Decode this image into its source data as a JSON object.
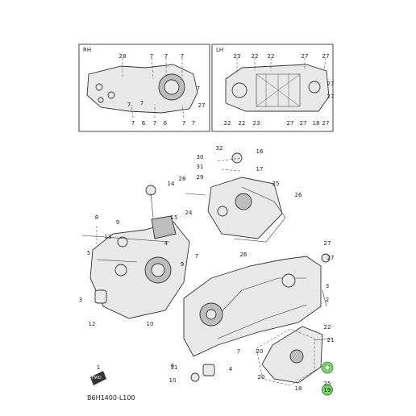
{
  "insets": {
    "rh": {
      "tag": "RH",
      "top_labels": [
        "28",
        "7",
        "7",
        "7"
      ],
      "side_labels": [
        "7",
        "7",
        "7",
        "27"
      ],
      "bottom_labels": [
        "7",
        "6",
        "7",
        "6",
        "7",
        "7"
      ]
    },
    "lh": {
      "tag": "LH",
      "top_labels": [
        "23",
        "22",
        "22",
        "27",
        "27"
      ],
      "side_labels": [
        "27",
        "27"
      ],
      "bottom_labels": [
        "22",
        "22",
        "23",
        "27",
        "27",
        "18",
        "27"
      ]
    }
  },
  "callouts": [
    "32",
    "16",
    "30",
    "17",
    "31",
    "29",
    "28",
    "14",
    "25",
    "26",
    "24",
    "15",
    "8",
    "9",
    "13",
    "5",
    "3",
    "10",
    "12",
    "4",
    "9",
    "7",
    "26",
    "27",
    "27",
    "3",
    "2",
    "7",
    "20",
    "1",
    "6",
    "11",
    "4",
    "10",
    "22",
    "21",
    "19",
    "18",
    "25",
    "20"
  ],
  "highlight_callout": "19",
  "fwd_label": "FWD",
  "diagram_code": "B6H1400-L100",
  "colors": {
    "highlight": "#7fd36a",
    "stroke": "#333333"
  }
}
